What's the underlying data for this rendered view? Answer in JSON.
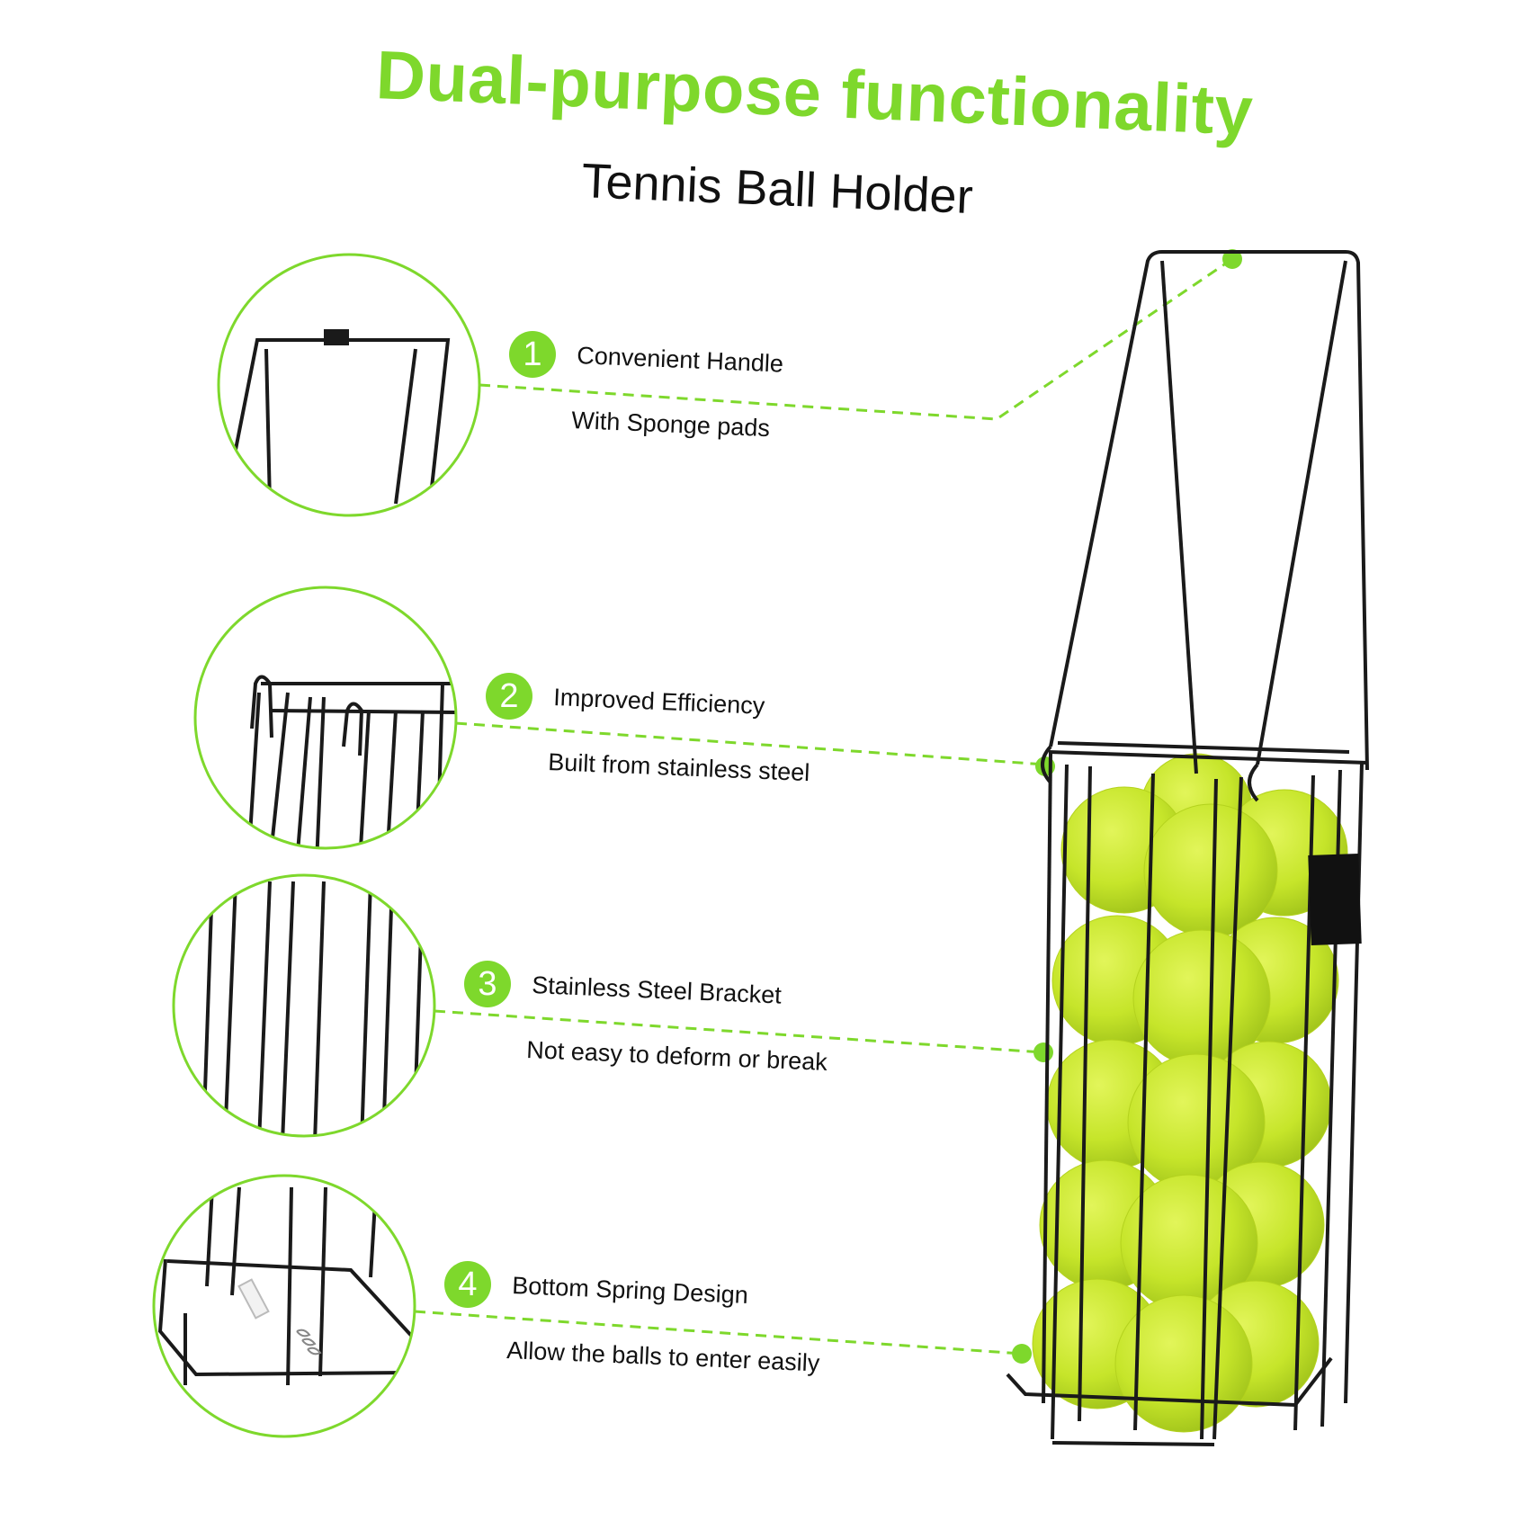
{
  "header": {
    "title": "Dual-purpose functionality",
    "subtitle": "Tennis Ball Holder"
  },
  "features": [
    {
      "number": "1",
      "title": "Convenient Handle",
      "subtitle": "With Sponge pads"
    },
    {
      "number": "2",
      "title": "Improved Efficiency",
      "subtitle": "Built from stainless steel"
    },
    {
      "number": "3",
      "title": "Stainless Steel Bracket",
      "subtitle": "Not easy to deform or break"
    },
    {
      "number": "4",
      "title": "Bottom Spring Design",
      "subtitle": "Allow the balls to enter easily"
    }
  ],
  "colors": {
    "accent": "#7ed82c",
    "ball": "#c6e52a",
    "wire": "#1a1a1a"
  }
}
